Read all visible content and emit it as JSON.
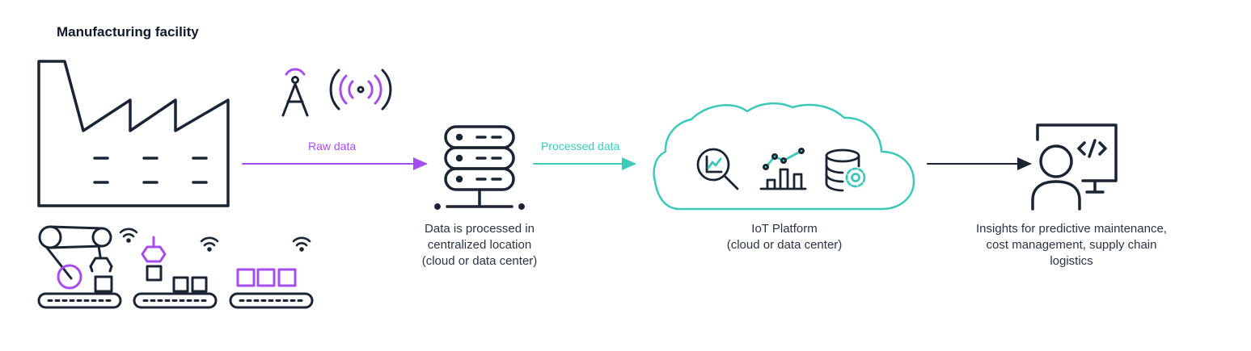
{
  "title": "Manufacturing facility",
  "arrows": {
    "raw": "Raw data",
    "processed": "Processed data"
  },
  "nodes": {
    "server": [
      "Data is processed in",
      "centralized location",
      "(cloud or data center)"
    ],
    "iot": [
      "IoT Platform",
      "(cloud or data center)"
    ],
    "insights": [
      "Insights for predictive maintenance,",
      "cost management, supply chain",
      "logistics"
    ]
  },
  "colors": {
    "ink": "#1a2433",
    "purple": "#a64df0",
    "teal": "#3dc9b8"
  },
  "icons": [
    "factory-icon",
    "antenna-icon",
    "broadcast-icon",
    "server-rack-icon",
    "cloud-icon",
    "chart-search-icon",
    "bar-line-chart-icon",
    "database-gear-icon",
    "user-monitor-icon",
    "robot-arm-icon",
    "gripper-icon",
    "conveyor-icon",
    "wifi-icon"
  ]
}
